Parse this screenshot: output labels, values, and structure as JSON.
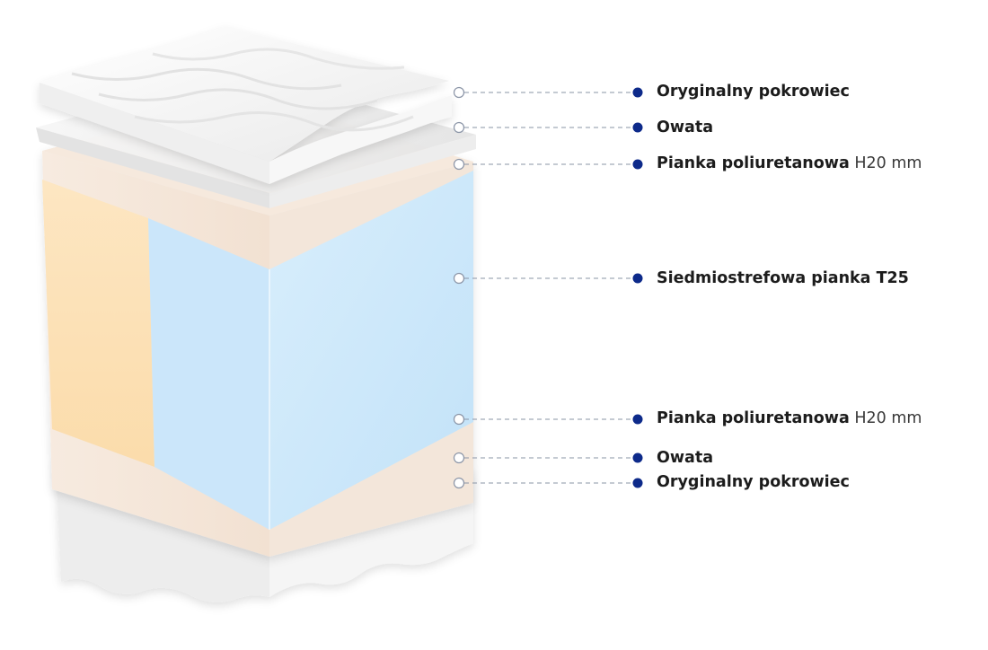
{
  "layers": [
    {
      "name": "Oryginalny pokrowiec",
      "detail": ""
    },
    {
      "name": "Owata",
      "detail": ""
    },
    {
      "name": "Pianka poliuretanowa",
      "detail": "H20 mm"
    },
    {
      "name": "Siedmiostrefowa pianka T25",
      "detail": ""
    },
    {
      "name": "Pianka poliuretanowa",
      "detail": "H20 mm"
    },
    {
      "name": "Owata",
      "detail": ""
    },
    {
      "name": "Oryginalny pokrowiec",
      "detail": ""
    }
  ],
  "colors": {
    "leader_line": "#8a94a6",
    "dot_fill": "#0d2a8a",
    "open_marker": "#8a94a6",
    "core_front": "#cfe8fb",
    "core_side": "#fde3b8",
    "foam": "#f7ebe0",
    "cover": "#f4f4f4"
  }
}
